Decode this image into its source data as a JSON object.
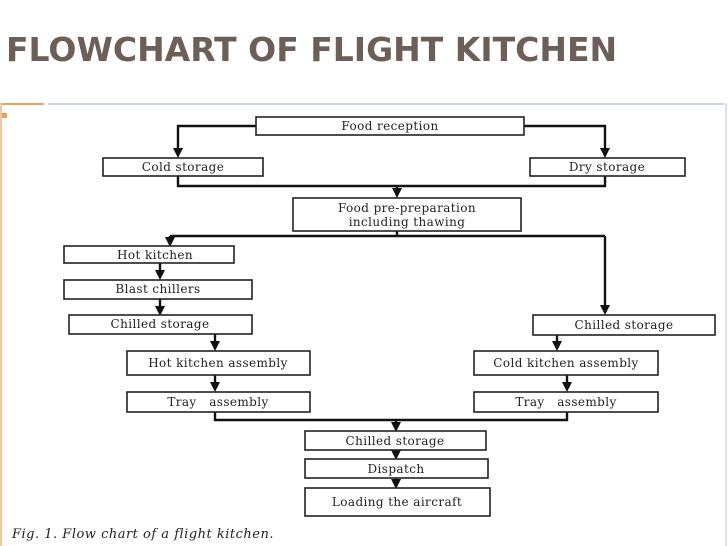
{
  "slide": {
    "title": "FLOWCHART OF FLIGHT KITCHEN",
    "caption": "Fig. 1. Flow chart of a flight kitchen."
  },
  "nodes": {
    "food_reception": "Food reception",
    "cold_storage": "Cold storage",
    "dry_storage": "Dry storage",
    "pre_prep_line1": "Food pre-preparation",
    "pre_prep_line2": "including thawing",
    "hot_kitchen": "Hot kitchen",
    "blast_chillers": "Blast chillers",
    "chilled_storage_left": "Chilled storage",
    "chilled_storage_right": "Chilled storage",
    "hot_kitchen_assembly": "Hot kitchen assembly",
    "cold_kitchen_assembly": "Cold kitchen assembly",
    "tray_assembly_left": "Tray   assembly",
    "tray_assembly_right": "Tray   assembly",
    "chilled_storage_center": "Chilled storage",
    "dispatch": "Dispatch",
    "loading_aircraft": "Loading the aircraft"
  }
}
